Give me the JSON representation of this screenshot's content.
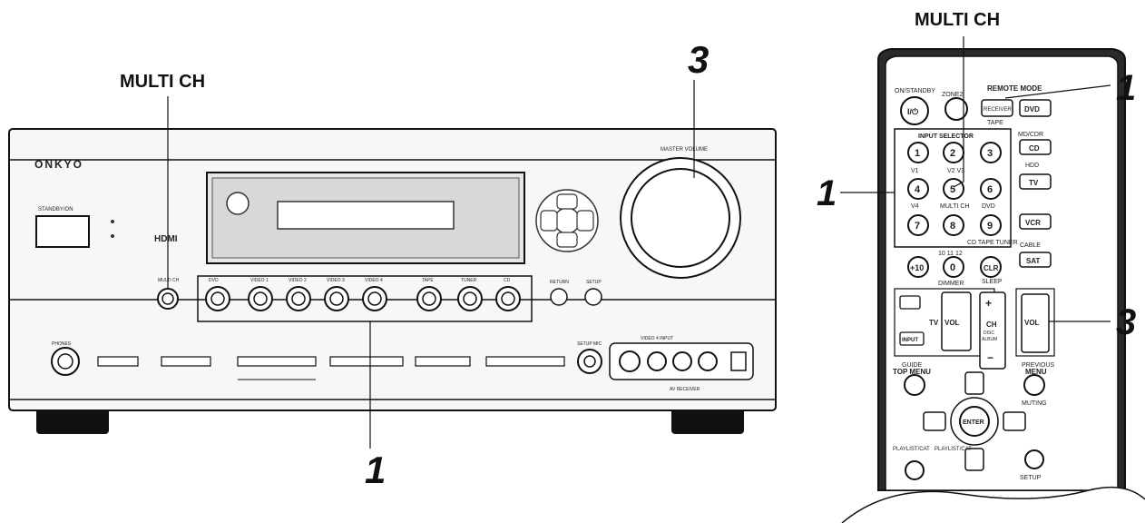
{
  "labels": {
    "multi_ch_left": "MULTI CH",
    "multi_ch_right": "MULTI CH",
    "step_1_front": "1",
    "step_3_front": "3",
    "step_1_remote_top": "1",
    "step_1_remote_left": "1",
    "step_3_remote": "3"
  },
  "receiver": {
    "brand": "ONKYO",
    "hdmi": "HDMI",
    "standby_on": "STANDBY/ON",
    "input_buttons": [
      "DVD",
      "VIDEO 1",
      "VIDEO 2",
      "VIDEO 3",
      "VIDEO 4",
      "TAPE",
      "TUNER",
      "CD"
    ],
    "multi_ch_button": "MULTI CH",
    "return": "RETURN",
    "setup": "SETUP",
    "master_volume": "MASTER VOLUME",
    "phones": "PHONES",
    "setup_mic": "SETUP MIC",
    "video_input": "VIDEO 4 INPUT",
    "av_receiver": "AV RECEIVER"
  },
  "remote": {
    "on_standby": "ON/STANDBY",
    "zone2": "ZONE2",
    "remote_mode": "REMOTE MODE",
    "receiver": "RECEIVER",
    "tape": "TAPE",
    "dvd": "DVD",
    "md_cdr": "MD/CDR",
    "cd": "CD",
    "hdd": "HDD",
    "tv": "TV",
    "vcr": "VCR",
    "sat": "SAT",
    "cable": "CABLE",
    "input_selector": "INPUT SELECTOR",
    "keys": [
      "1",
      "2",
      "3",
      "4",
      "5",
      "6",
      "7",
      "8",
      "9"
    ],
    "key_labels": [
      "V1",
      "V2 V3",
      "V4",
      "MULTI CH",
      "DVD",
      "CD TAPE TUNER"
    ],
    "plus10": "+10",
    "zero": "0",
    "clr": "CLR",
    "ten_eleven_twelve": "10 11 12",
    "dimmer": "DIMMER",
    "sleep": "SLEEP",
    "input": "INPUT",
    "vol": "VOL",
    "ch": "CH",
    "disc": "DISC",
    "album": "ALBUM",
    "guide": "GUIDE",
    "top_menu": "TOP MENU",
    "previous": "PREVIOUS",
    "menu": "MENU",
    "muting": "MUTING",
    "enter": "ENTER",
    "playlist_cat": "PLAYLIST/CAT",
    "setup": "SETUP"
  },
  "colors": {
    "ink": "#111111",
    "panel": "#f2f2f2",
    "dark": "#333333"
  }
}
